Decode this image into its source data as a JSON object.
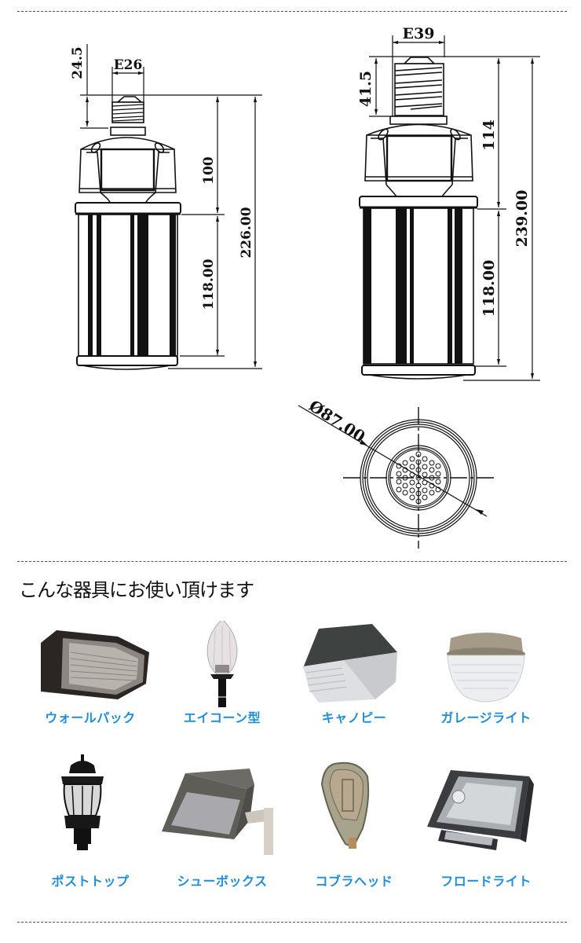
{
  "diagram": {
    "bulb_e26": {
      "socket_label": "E26",
      "socket_height": "24.5",
      "upper_height": "100",
      "lower_height": "118.00",
      "total_height": "226.00"
    },
    "bulb_e39": {
      "socket_label": "E39",
      "socket_height": "41.5",
      "upper_height": "114",
      "lower_height": "118.00",
      "total_height": "239.00"
    },
    "top_view": {
      "diameter_label": "Ø87.00"
    }
  },
  "section": {
    "title": "こんな器具にお使い頂けます"
  },
  "fixtures": [
    {
      "label": "ウォールパック",
      "icon": "wall-pack-image"
    },
    {
      "label": "エイコーン型",
      "icon": "acorn-image"
    },
    {
      "label": "キャノピー",
      "icon": "canopy-image"
    },
    {
      "label": "ガレージライト",
      "icon": "garage-light-image"
    },
    {
      "label": "ポストトップ",
      "icon": "post-top-image"
    },
    {
      "label": "シューボックス",
      "icon": "shoebox-image"
    },
    {
      "label": "コブラヘッド",
      "icon": "cobra-head-image"
    },
    {
      "label": "フロードライト",
      "icon": "flood-light-image"
    }
  ],
  "colors": {
    "label_blue": "#1f8ddb",
    "line": "#111111"
  }
}
